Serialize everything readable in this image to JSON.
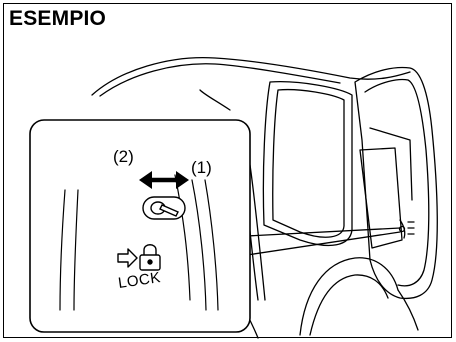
{
  "title": "ESEMPIO",
  "callouts": {
    "left": "(2)",
    "right": "(1)"
  },
  "lock_icon_text": "LOCK",
  "colors": {
    "line": "#000000",
    "background": "#ffffff"
  }
}
